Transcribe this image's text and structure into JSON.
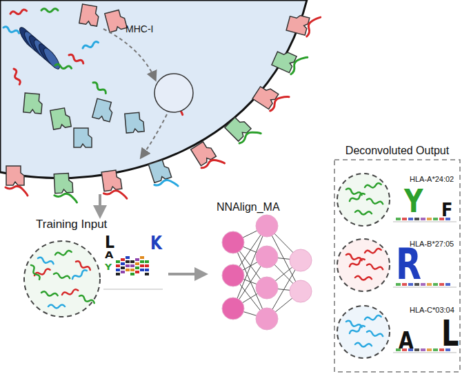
{
  "diagram": {
    "nodes": [
      {
        "text": [
          "MHC-I"
        ]
      },
      {
        "text": [
          "Training Input"
        ]
      },
      {
        "text": [
          "NNAlign_MA"
        ]
      },
      {
        "text": [
          "Deconvoluted Output"
        ]
      }
    ],
    "edges": [
      {
        "from": 0,
        "to": 1,
        "arrow": "to"
      },
      {
        "from": 1,
        "to": 2,
        "arrow": "to"
      }
    ],
    "labels": [
      "L",
      "A",
      "Y",
      "K",
      "Y",
      "F",
      "R",
      "A",
      "L",
      "HLA-A*24:02",
      "HLA-B*27:05",
      "HLA-C*03:04"
    ]
  }
}
